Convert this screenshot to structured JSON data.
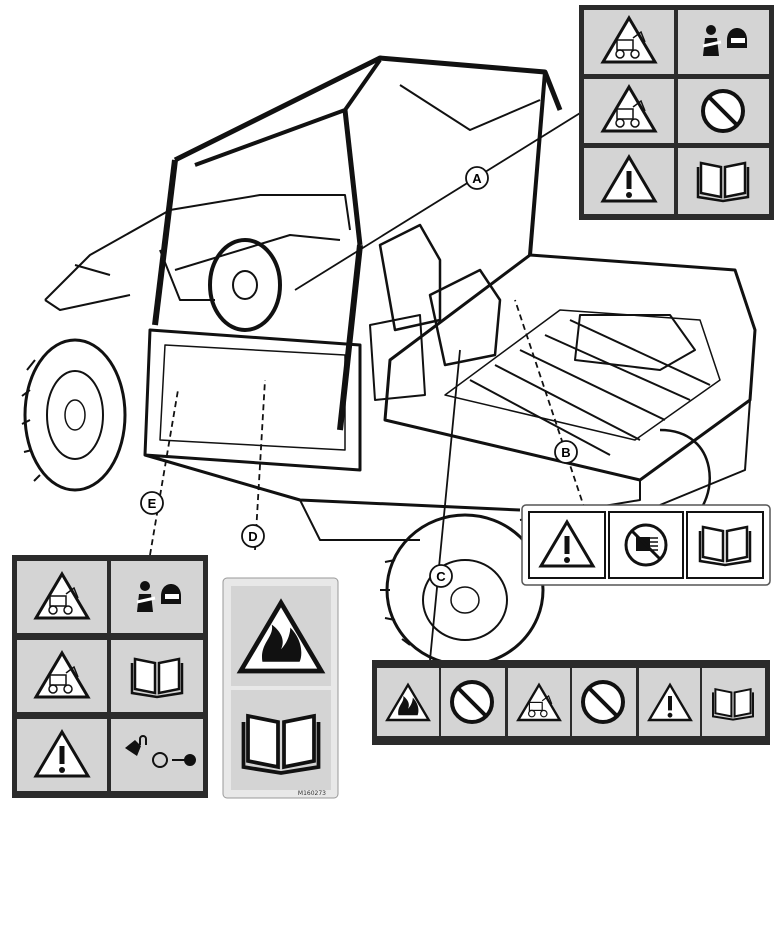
{
  "callouts": {
    "a": "A",
    "b": "B",
    "c": "C",
    "d": "D",
    "e": "E"
  },
  "label_d_part_number": "M160273",
  "icons": {
    "label_a": [
      "crush-warning-icon",
      "seatbelt-helmet-icon",
      "rollover-warning-icon",
      "no-riders-icon",
      "warning-exclamation-icon",
      "operator-manual-icon"
    ],
    "label_b": [
      "warning-exclamation-icon",
      "hot-surface-icon",
      "operator-manual-icon"
    ],
    "label_c": [
      "fire-warning-icon",
      "no-flame-icon",
      "rollover-warning-icon",
      "no-passengers-icon",
      "warning-exclamation-icon",
      "operator-manual-icon"
    ],
    "label_d": [
      "flammable-warning-icon",
      "operator-manual-icon"
    ],
    "label_e": [
      "rollover-warning-icon",
      "seatbelt-helmet-icon",
      "tip-warning-icon",
      "operator-manual-icon",
      "warning-exclamation-icon",
      "key-removal-icon"
    ]
  },
  "colors": {
    "panel_fill": "#d4d4d4",
    "frame_dark": "#2b2b2b",
    "line": "#111111"
  }
}
